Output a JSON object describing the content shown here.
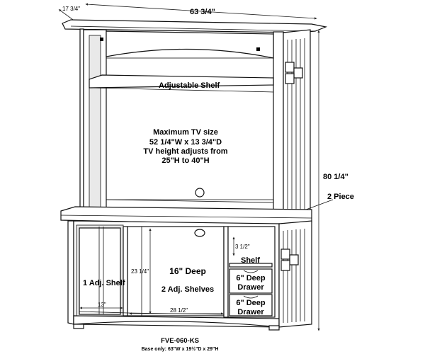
{
  "dimensions": {
    "depth_top": "17 3/4\"",
    "width_overall": "63 3/4\"",
    "height_overall": "80 1/4\"",
    "pieces": "2 Piece",
    "lower_height": "23 1/4\"",
    "left_width": "13\"",
    "center_width": "28 1/2\"",
    "shelf_gap": "3 1/2\""
  },
  "hutch": {
    "shelf_label": "Adjustable Shelf",
    "tv_lines": [
      "Maximum TV size",
      "52 1/4\"W x 13 3/4\"D",
      "TV height adjusts from",
      "25\"H to 40\"H"
    ]
  },
  "base": {
    "left_label": "1 Adj. Shelf",
    "center_depth": "16\" Deep",
    "center_shelves": "2 Adj. Shelves",
    "right_shelf": "Shelf",
    "drawer_top": [
      "6\" Deep",
      "Drawer"
    ],
    "drawer_bottom": [
      "6\" Deep",
      "Drawer"
    ]
  },
  "caption": {
    "model": "FVE-060-KS",
    "base_only": "Base only: 63\"W x 19½\"D x 29\"H"
  }
}
